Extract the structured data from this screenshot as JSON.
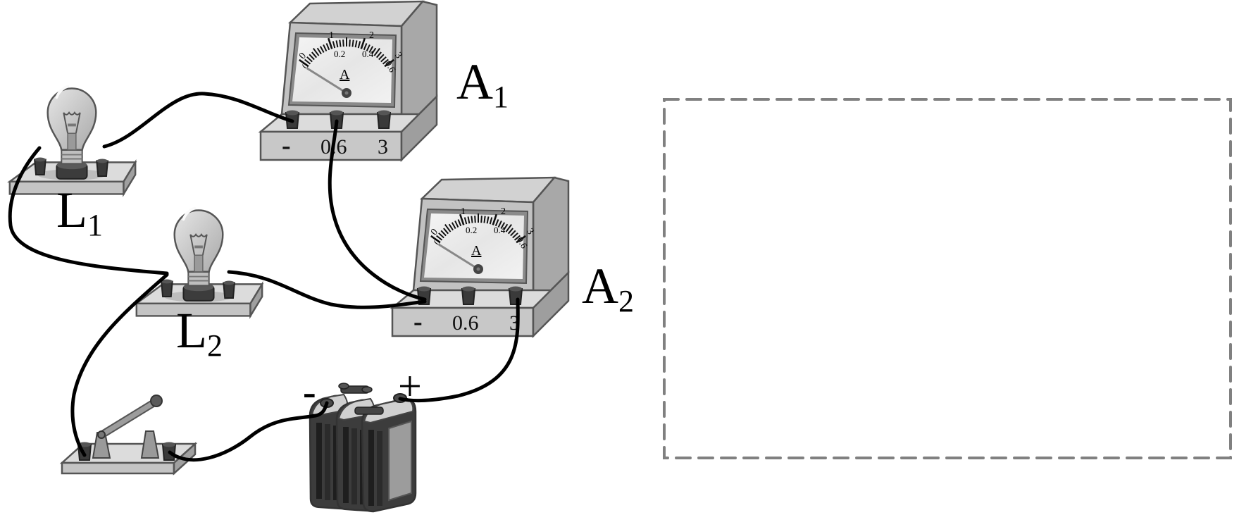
{
  "figure": {
    "title": "Parallel circuit with two lamps and two ammeters",
    "components": {
      "lamp1": {
        "label": "L",
        "subscript": "1"
      },
      "lamp2": {
        "label": "L",
        "subscript": "2"
      },
      "ammeter1": {
        "label": "A",
        "subscript": "1",
        "dial_unit": "A",
        "scale_upper": [
          "0",
          "1",
          "2",
          "3"
        ],
        "scale_lower": [
          "0",
          "0.2",
          "0.4",
          "0.6"
        ],
        "terminals": [
          "-",
          "0.6",
          "3"
        ],
        "connected_terminals": [
          "-",
          "0.6"
        ],
        "needle_reading": "0"
      },
      "ammeter2": {
        "label": "A",
        "subscript": "2",
        "dial_unit": "A",
        "scale_upper": [
          "0",
          "1",
          "2",
          "3"
        ],
        "scale_lower": [
          "0",
          "0.2",
          "0.4",
          "0.6"
        ],
        "terminals": [
          "-",
          "0.6",
          "3"
        ],
        "connected_terminals": [
          "-",
          "3"
        ],
        "needle_reading": "0"
      },
      "battery": {
        "cells": 3,
        "negative_sign": "-",
        "positive_sign": "+"
      },
      "switch": {
        "state": "open"
      }
    },
    "answer_box": {
      "style": "dashed",
      "content": ""
    },
    "colors": {
      "wire": "#000000",
      "device_body": "#c8c8c8",
      "device_dark": "#3a3a3a",
      "answer_box_border": "#808080"
    }
  }
}
